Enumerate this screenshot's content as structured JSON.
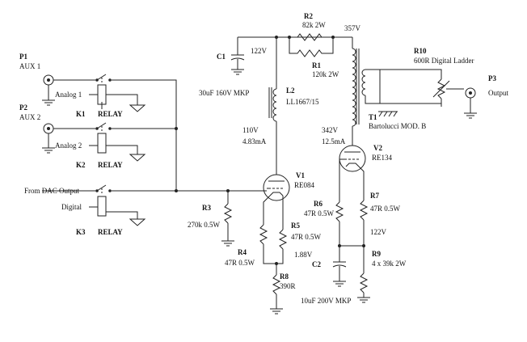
{
  "labels": {
    "p1": "P1",
    "aux1": "AUX 1",
    "p2": "P2",
    "aux2": "AUX 2",
    "analog1": "Analog 1",
    "analog2": "Analog 2",
    "k1": "K1",
    "k2": "K2",
    "k3": "K3",
    "relay": "RELAY",
    "from_dac": "From DAC Output",
    "digital": "Digital",
    "c1": "C1",
    "v122a": "122V",
    "c1_value": "30uF 160V MKP",
    "r2": "R2",
    "r2_value": "82k 2W",
    "r1": "R1",
    "r1_value": "120k 2W",
    "v357": "357V",
    "l2": "L2",
    "l2_value": "LL1667/15",
    "v110": "110V",
    "ma483": "4.83mA",
    "v342": "342V",
    "ma125": "12.5mA",
    "t1": "T1",
    "t1_value": "Bartolucci MOD. B",
    "r10": "R10",
    "r10_value": "600R Digital Ladder",
    "p3": "P3",
    "output": "Output",
    "v2": "V2",
    "v2_value": "RE134",
    "v1": "V1",
    "v1_value": "RE084",
    "r3": "R3",
    "r3_value": "270k 0.5W",
    "r6": "R6",
    "r6_value": "47R 0.5W",
    "r7": "R7",
    "r7_value": "47R 0.5W",
    "r5": "R5",
    "r5_value": "47R 0.5W",
    "v122b": "122V",
    "r4": "R4",
    "r4_value": "47R 0.5W",
    "v188": "1.88V",
    "r9": "R9",
    "r9_value": "4 x 39k 2W",
    "c2": "C2",
    "r8": "R8",
    "r8_value": "390R",
    "c2_value": "10uF 200V MKP"
  }
}
